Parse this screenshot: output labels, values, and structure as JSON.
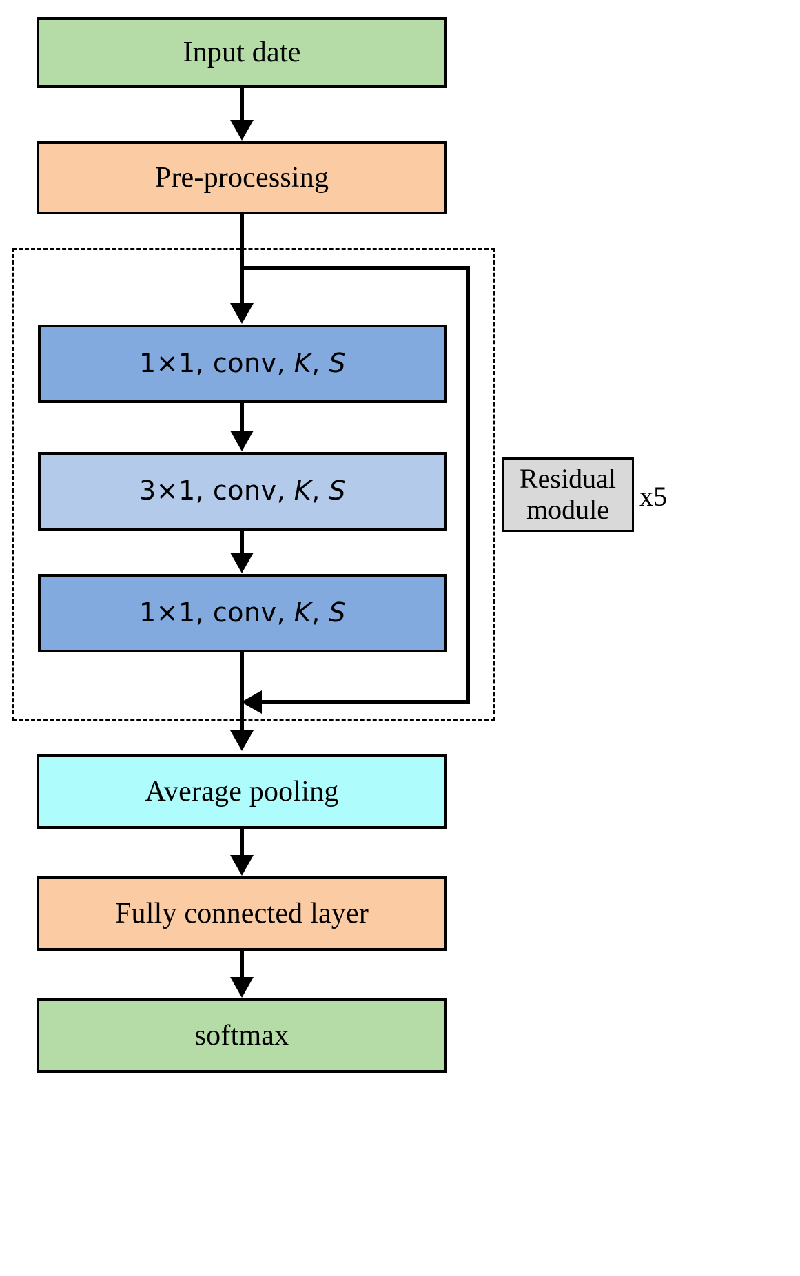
{
  "diagram": {
    "title": "CNN residual network architecture flowchart",
    "colors": {
      "green": "#b5dca6",
      "orange": "#fbcba4",
      "blue_dark": "#82aade",
      "blue_light": "#b3caea",
      "cyan": "#affcfc",
      "gray": "#d9d9d9",
      "stroke": "#000000"
    },
    "nodes": {
      "input": {
        "label": "Input date"
      },
      "preprocessing": {
        "label": "Pre-processing"
      },
      "conv1": {
        "kernel": "1×1",
        "op": "conv",
        "k": "K",
        "s": "S",
        "sep": ", ",
        "label": "1×1, conv, K, S"
      },
      "conv2": {
        "kernel": "3×1",
        "op": "conv",
        "k": "K",
        "s": "S",
        "sep": ", ",
        "label": "3×1, conv, K, S"
      },
      "conv3": {
        "kernel": "1×1",
        "op": "conv",
        "k": "K",
        "s": "S",
        "sep": ", ",
        "label": "1×1, conv, K, S"
      },
      "avgpool": {
        "label": "Average pooling"
      },
      "fc": {
        "label": "Fully connected layer"
      },
      "softmax": {
        "label": "softmax"
      }
    },
    "annotations": {
      "residual_module": {
        "line1": "Residual",
        "line2": "module"
      },
      "repeat": {
        "label": "x5"
      }
    }
  }
}
